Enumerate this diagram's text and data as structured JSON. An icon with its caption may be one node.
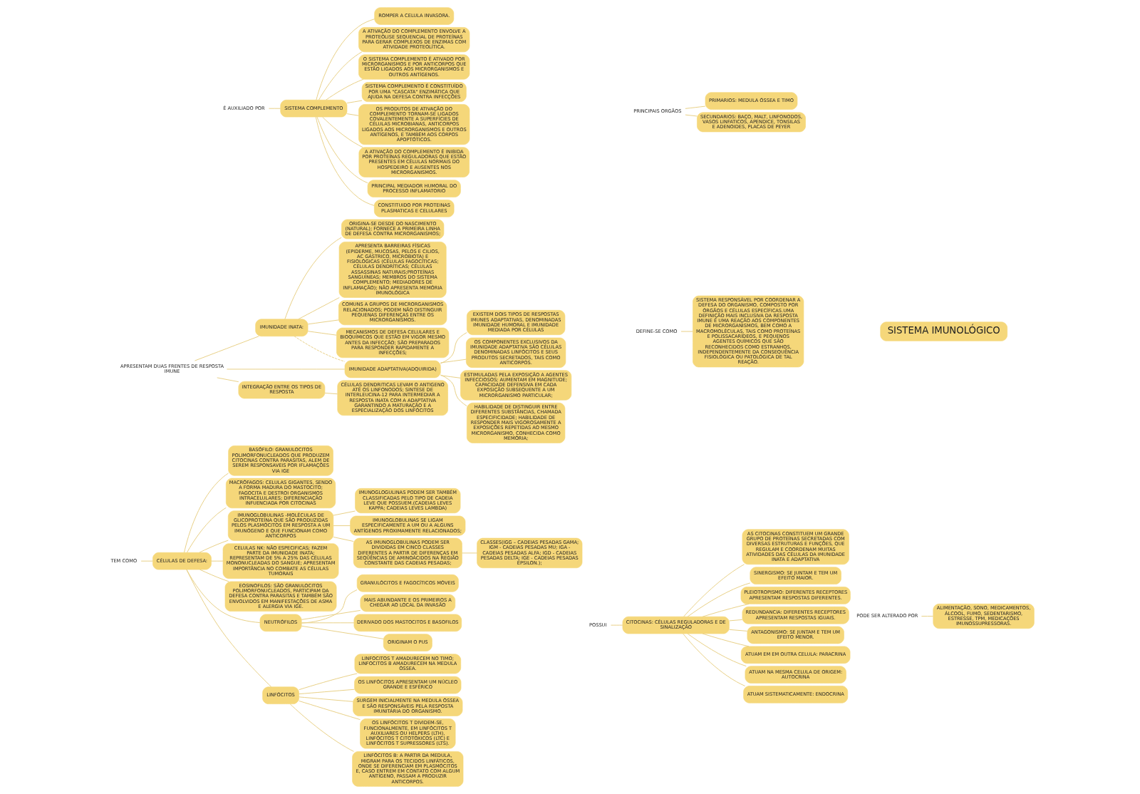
{
  "diagram": {
    "nodes": [
      {
        "text": [
          "SISTEMA IMUNOLÓGICO"
        ]
      },
      {
        "text": [
          "DEFINE-SE COMO"
        ]
      },
      {
        "text": [
          "SISTEMA RESPONSÁVEL POR COORDENAR A DEFESA DO ORGANISMO, COMPOSTO POR ÓRGÃOS E CÉLULAS ESPECÍFICAS.UMA DEFINIÇÃO MAIS INCLUSIVA DA RESPOSTA IMUNE É UMA REAÇÃO AOS COMPONENTES DE MICRORGANISMOS, BEM COMO A MACROMOLÉCULAS, TAIS COMO PROTEÍNAS E POLISSACARÍDEOS, E PEQUENOS AGENTES QUÍMICOS QUE SÃO RECONHECIDOS COMO ESTRANHOS, INDEPENDENTEMENTE DA CONSEQUÊNCIA FISIOLÓGICA OU PATOLÓGICA DE TAL REAÇÃO."
        ]
      },
      {
        "text": [
          "PRINCIPAIS ORGÃOS"
        ]
      },
      {
        "text": [
          "PRIMARIOS: MEDULA ÓSSEA E TIMO"
        ]
      },
      {
        "text": [
          "SECUNDARIOS: BAÇO, MALT, LINFONODOS, VASOS LINFATICOS, APENDICE, TONSILAS E ADENOIDES, PLACAS DE PEYER"
        ]
      },
      {
        "text": [
          "PODE SER ALTERADO POR"
        ]
      },
      {
        "text": [
          "ALIMENTAÇÃO, SONO, MEDICAMENTOS, ÁLCOOL, FUMO, SEDENTARISMO, ESTRESSE, TPM, MEDICAÇÕES IMUNOSSUPRESSORAS."
        ]
      },
      {
        "text": [
          "POSSUI"
        ]
      },
      {
        "text": [
          "CITOCINAS: CÉLULAS REGULADORAS E DE SINALIZAÇÃO"
        ]
      },
      {
        "text": [
          "AS CITOCINAS CONSTITUEM UM GRANDE GRUPO DE PROTEÍNAS SECRETADAS COM DIVERSAS ESTRUTURAS E FUNÇÕES, QUE REGULAM E COORDENAM MUITAS ATIVIDADES DAS CÉLULAS DA IMUNIDADE INATA E ADAPTATIVA"
        ]
      },
      {
        "text": [
          "SINERGISMO: SE JUNTAM E TEM UM EFEITO MAIOR."
        ]
      },
      {
        "text": [
          "PLEIOTROPISMO: DIFERENTES RECEPTORES APRESENTAM RESPOSTAS DIFERENTES."
        ]
      },
      {
        "text": [
          "REDUNDANCIA: DIFERENTES RECEPTORES APRESENTAM RESPOSTAS IGUAIS."
        ]
      },
      {
        "text": [
          "ANTAGONISMO: SE JUNTAM E TEM UM EFEITO MENOR."
        ]
      },
      {
        "text": [
          "ATUAM EM EM OUTRA CELULA: PARACRINA"
        ]
      },
      {
        "text": [
          "ATUAM NA MESMA CELULA DE ORIGEM: AUTOCRINA"
        ]
      },
      {
        "text": [
          "ATUAM SISTEMATICAMENTE: ENDOCRINA"
        ]
      },
      {
        "text": [
          "APRESENTAM DUAS FRENTES DE RESPOSTA IMUNE"
        ]
      },
      {
        "text": [
          "IMUNIDADE INATA:"
        ]
      },
      {
        "text": [
          "ORIGINA-SE DESDE DO NASCIMENTO (NATURAL); FORNECE A PRIMEIRA LINHA DE DEFESA CONTRA MICRORGANISMOS;"
        ]
      },
      {
        "text": [
          "APRESENTA BARREIRAS FÍSICAS (EPIDERME, MUCOSAS, PELOS E CILIOS, AC GÁSTRICO, MICROBIOTA) E FISIOLÓGICAS (CÉLULAS FAGOCÍTICAS; CÉLULAS DENDRÍTICAS; CÉLULAS ASSASSINAS NATURAIS;PROTEÍNAS SANGUÍNEAS; MEMBROS DO SISTEMA COMPLEMENTO; MEDIADORES DE INFLAMAÇÃO); NÃO APRESENTA MEMÓRIA IMUNOLÓGICA"
        ]
      },
      {
        "text": [
          "COMUNS A GRUPOS DE MICRORGANISMOS RELACIONADOS; PODEM NÃO DISTINGUIR PEQUENAS DIFERENÇAS ENTRE OS MICRORGANISMOS."
        ]
      },
      {
        "text": [
          "MECANISMOS DE DEFESA CELULARES E BIOQUÍMICOS QUE ESTÃO EM VIGOR MESMO ANTES DA INFECÇÃO; SÃO PREPARADOS PARA RESPONDER RAPIDAMENTE A INFECÇÕES;"
        ]
      },
      {
        "text": [
          "INTEGRAÇÃO ENTRE OS TIPOS DE RESPOSTA"
        ]
      },
      {
        "text": [
          "CÉLULAS DENDRITICAS LEVAM O ANTIGENO ATÉ OS LINFONODOS; SINTESE DE INTERLEUCINA-12 PARA INTERMEDIAR A RESPOSTA INATA COM A ADAPTATIVA GARANTINDO A MATURAÇÃO E A ESPECIALIZAÇÃO DOS LINFÓCITOS"
        ]
      },
      {
        "text": [
          "IMUNIDADE ADAPTATIVA(ADQUIRIDA)"
        ]
      },
      {
        "text": [
          "EXISTEM DOIS TIPOS DE RESPOSTAS IMUNES ADAPTATIVAS, DENOMINADAS IMUNIDADE HUMORAL E IMUNIDADE MEDIADA POR CÉLULAS"
        ]
      },
      {
        "text": [
          "OS COMPONENTES EXCLUSIVOS DA IMUNIDADE ADAPTATIVA SÃO CÉLULAS DENOMINADAS LINFÓCITOS E SEUS PRODUTOS SECRETADOS, TAIS COMO ANTICORPOS."
        ]
      },
      {
        "text": [
          "ESTIMULADAS PELA EXPOSIÇÃO A AGENTES INFECCIOSOS; AUMENTAM EM MAGNITUDE; CAPACIDADE DEFENSIVA EM CADA EXPOSIÇÃO SUBSEQUENTE A UM MICRORGANISMO PARTICULAR;"
        ]
      },
      {
        "text": [
          "HABILIDADE DE DISTINGUIR ENTRE DIFERENTES SUBSTÂNCIAS, CHAMADA ESPECIFICIDADE; HABILIDADE DE RESPONDER MAIS VIGOROSAMENTE A EXPOSIÇÕES REPETIDAS AO MESMO MICRORGANISMO, CONHECIDA COMO MEMÓRIA;"
        ]
      },
      {
        "text": [
          "TEM COMO"
        ]
      },
      {
        "text": [
          "CÉLULAS DE DEFESA:"
        ]
      },
      {
        "text": [
          "BASÓFILO: GRANULOCITOS POLIMORFONUCLEADOS QUE PRODUZEM CITOCINAS CONTRA PARASITAS, ALEM DE SEREM RESPONSAVEIS POR IFLAMAÇÕES VIA IGE"
        ]
      },
      {
        "text": [
          "MACRÓFAGOS: CELULAS GIGANTES, SENDO A FORMA MADURA DO MASTOCITO; FAGOCITA E DESTROI ORGANISMOS INTRACELULARES; DIFERENCIAÇÃO INFUENCIADA POR CITOCINAS"
        ]
      },
      {
        "text": [
          "IMUNOGLOBULINAS -MOLÉCULAS DE GLICOPROTEÍNA QUE SÃO PRODUZIDAS PELOS PLASMÓCITOS EM RESPOSTA A UM IMUNÓGENO E QUE FUNCIONAM COMO ANTICORPOS"
        ]
      },
      {
        "text": [
          "IMUNOGLOGULINAS PODEM SER TAMBÉM CLASSIFICADAS PELO TIPO DE CADEIA LEVE QUE POSSUEM.(CADEIAS LEVES KAPPA; CADEIAS LEVES LAMBDA)"
        ]
      },
      {
        "text": [
          "IMUNOGLOBULINAS SE LIGAM ESPECIFICAMENTE A UM OU A ALGUNS ANTÍGENOS PROXIMAMENTE RELACIONADOS;"
        ]
      },
      {
        "text": [
          "AS IMUNOGLOBULINAS PODEM SER DIVIDIDAS EM CINCO CLASSES DIFERENTES A PARTIR DE DIFERENÇAS EM SEQÜÊNCIAS DE AMINOÁCIDOS NA REGIÃO CONSTANTE DAS CADEIAS PESADAS;"
        ]
      },
      {
        "text": [
          "CLASSES(IGG – CADEIAS PESADAS GAMA; IGM - CADEIAS PESADAS MU; IGA - CADEIAS PESADAS ALFA; IGD - CADEIAS PESADAS DELTA; IGE - CADEIAS PESADAS ÉPSILON.);"
        ]
      },
      {
        "text": [
          "CELULAS NK: NÃO ESPECIFICAS; FAZEM PARTE DA IMUNIDADE INATA; REPRESENTAM DE 5% A 25% DAS CÉLULAS MONONUCLEADAS DO SANGUE; APRESENTAM IMPORTÂNCIA NO COMBATE AS CÉLULAS TUMORAIS"
        ]
      },
      {
        "text": [
          "EOSINOFILOS: SÃO GRANULOCITOS POLIMORFONUCLEADOS, PARTICIPAM DA DEFESA CONTRA PARASITAS E TAMBÉM SÃO ENVOLVIDOS EM MANIFESTAÇÕES DE ASMA E ALERGIA VIA IGE."
        ]
      },
      {
        "text": [
          "NEUTRÓFILOS"
        ]
      },
      {
        "text": [
          "GRANULÓCITOS E FAGOCÍTICOS MÓVEIS"
        ]
      },
      {
        "text": [
          "MAIS ABUNDANTE E OS PRIMEIROS A CHEGAR AO LOCAL DA INVASÃO"
        ]
      },
      {
        "text": [
          "DERIVADO DOS MASTOCITOS E BASOFILOS"
        ]
      },
      {
        "text": [
          "ORIGINAM O PUS"
        ]
      },
      {
        "text": [
          "LINFÓCITOS"
        ]
      },
      {
        "text": [
          "LINFOCITOS T AMADURECEM NO TIMO; LINFOCITOS B AMADURECEM NA MEDULA ÓSSEA."
        ]
      },
      {
        "text": [
          "OS LINFÓCITOS APRESENTAM UM NÚCLEO GRANDE E ESFÉRICO"
        ]
      },
      {
        "text": [
          "SURGEM INICIALMENTE NA MEDULA ÓSSEA E SÃO RESPONSÁVEIS PELA RESPOSTA IMUNITÁRIA DO ORGANISMO."
        ]
      },
      {
        "text": [
          "OS LINFÓCITOS T DIVIDEM-SE, FUNCIONALMENTE, EM LINFÓCITOS T AUXILIARES OU HELPERS (LTH), LINFÓCITOS T CITOTÓXICOS (LTC) E LINFÓCITOS T SUPRESSORES (LTS)."
        ]
      },
      {
        "text": [
          "LINFÓCITOS B: A PARTIR DA MEDULA, MIGRAM PARA OS TECIDOS LINFÁTICOS, ONDE SE DIFERENCIAM EM PLASMÓCITOS E, CASO ENTREM EM CONTATO COM ALGUM ANTÍGENO, PASSAM A PRODUZIR ANTICORPOS."
        ]
      },
      {
        "text": [
          "É AUXILIADO POR"
        ]
      },
      {
        "text": [
          "SISTEMA COMPLEMENTO"
        ]
      },
      {
        "text": [
          "ROMPER A CELULA INVASORA."
        ]
      },
      {
        "text": [
          "A ATIVAÇÃO DO COMPLEMENTO ENVOLVE A PROTEÓLISE SEQUENCIAL DE PROTEÍNAS PARA GERAR COMPLEXOS DE ENZIMAS COM ATIVIDADE PROTEOLÍTICA."
        ]
      },
      {
        "text": [
          "O SISTEMA COMPLEMENTO É ATIVADO POR MICRORGANISMOS E POR ANTICORPOS QUE ESTÃO LIGADOS AOS MICRORGANISMOS E OUTROS ANTÍGENOS."
        ]
      },
      {
        "text": [
          "SISTEMA COMPLEMENTO É CONSTITUÍDO POR UMA \"CASCATA\" ENZIMÁTICA QUE AJUDA NA DEFESA CONTRA INFECÇÕES"
        ]
      },
      {
        "text": [
          "OS PRODUTOS DE ATIVAÇÃO DO COMPLEMENTO TORNAM-SE LIGADOS COVALENTEMENTE A SUPERFÍCIES DE CÉLULAS MICROBIANAS, ANTICORPOS LIGADOS AOS MICRORGANISMOS E OUTROS ANTÍGENOS, E TAMBÉM AOS CORPOS APOPTÓTICOS."
        ]
      },
      {
        "text": [
          "A ATIVAÇÃO DO COMPLEMENTO É INIBIDA POR PROTEÍNAS REGULADORAS QUE ESTÃO PRESENTES EM CÉLULAS NORMAIS DO HOSPEDEIRO E AUSENTES NOS MICRORGANISMOS."
        ]
      },
      {
        "text": [
          "PRINCIPAL MEDIADOR HUMORAL DO PROCESSO INFLAMATORIO"
        ]
      },
      {
        "text": [
          "CONSTITUIDO POR PROTEINAS PLASMATICAS E CELULARES"
        ]
      }
    ],
    "edges": [
      {
        "from": 1,
        "to": 2,
        "arrow": "none"
      },
      {
        "from": 3,
        "to": 4,
        "arrow": "none"
      },
      {
        "from": 3,
        "to": 5,
        "arrow": "none"
      },
      {
        "from": 6,
        "to": 7,
        "arrow": "none"
      },
      {
        "from": 8,
        "to": 9,
        "arrow": "none"
      },
      {
        "from": 9,
        "to": 10,
        "arrow": "none"
      },
      {
        "from": 9,
        "to": 11,
        "arrow": "none"
      },
      {
        "from": 9,
        "to": 12,
        "arrow": "none"
      },
      {
        "from": 9,
        "to": 13,
        "arrow": "none"
      },
      {
        "from": 9,
        "to": 14,
        "arrow": "none"
      },
      {
        "from": 9,
        "to": 15,
        "arrow": "none"
      },
      {
        "from": 9,
        "to": 16,
        "arrow": "none"
      },
      {
        "from": 9,
        "to": 17,
        "arrow": "none"
      },
      {
        "from": 18,
        "to": 19,
        "arrow": "none"
      },
      {
        "from": 19,
        "to": 20,
        "arrow": "none"
      },
      {
        "from": 19,
        "to": 21,
        "arrow": "none"
      },
      {
        "from": 19,
        "to": 22,
        "arrow": "none"
      },
      {
        "from": 19,
        "to": 23,
        "arrow": "none"
      },
      {
        "from": 18,
        "to": 24,
        "arrow": "none"
      },
      {
        "from": 24,
        "to": 25,
        "arrow": "none"
      },
      {
        "from": 18,
        "to": 26,
        "arrow": "none"
      },
      {
        "from": 19,
        "to": 26,
        "arrow": "none",
        "style": "dashed"
      },
      {
        "from": 26,
        "to": 27,
        "arrow": "none"
      },
      {
        "from": 26,
        "to": 28,
        "arrow": "none"
      },
      {
        "from": 26,
        "to": 29,
        "arrow": "none"
      },
      {
        "from": 26,
        "to": 30,
        "arrow": "none"
      },
      {
        "from": 31,
        "to": 32,
        "arrow": "none"
      },
      {
        "from": 32,
        "to": 33,
        "arrow": "none"
      },
      {
        "from": 32,
        "to": 34,
        "arrow": "none"
      },
      {
        "from": 32,
        "to": 35,
        "arrow": "none"
      },
      {
        "from": 35,
        "to": 36,
        "arrow": "none"
      },
      {
        "from": 35,
        "to": 37,
        "arrow": "none"
      },
      {
        "from": 35,
        "to": 38,
        "arrow": "none"
      },
      {
        "from": 38,
        "to": 39,
        "arrow": "none"
      },
      {
        "from": 32,
        "to": 40,
        "arrow": "none"
      },
      {
        "from": 32,
        "to": 41,
        "arrow": "none"
      },
      {
        "from": 32,
        "to": 42,
        "arrow": "none"
      },
      {
        "from": 42,
        "to": 43,
        "arrow": "none"
      },
      {
        "from": 42,
        "to": 44,
        "arrow": "none"
      },
      {
        "from": 42,
        "to": 45,
        "arrow": "none"
      },
      {
        "from": 42,
        "to": 46,
        "arrow": "none"
      },
      {
        "from": 32,
        "to": 47,
        "arrow": "none"
      },
      {
        "from": 47,
        "to": 48,
        "arrow": "none"
      },
      {
        "from": 47,
        "to": 49,
        "arrow": "none"
      },
      {
        "from": 47,
        "to": 50,
        "arrow": "none"
      },
      {
        "from": 47,
        "to": 51,
        "arrow": "none"
      },
      {
        "from": 47,
        "to": 52,
        "arrow": "none"
      },
      {
        "from": 53,
        "to": 54,
        "arrow": "none"
      },
      {
        "from": 54,
        "to": 55,
        "arrow": "none"
      },
      {
        "from": 54,
        "to": 56,
        "arrow": "none"
      },
      {
        "from": 54,
        "to": 57,
        "arrow": "none"
      },
      {
        "from": 54,
        "to": 58,
        "arrow": "none"
      },
      {
        "from": 54,
        "to": 59,
        "arrow": "none"
      },
      {
        "from": 54,
        "to": 60,
        "arrow": "none"
      },
      {
        "from": 54,
        "to": 61,
        "arrow": "none"
      },
      {
        "from": 54,
        "to": 62,
        "arrow": "none"
      }
    ]
  }
}
